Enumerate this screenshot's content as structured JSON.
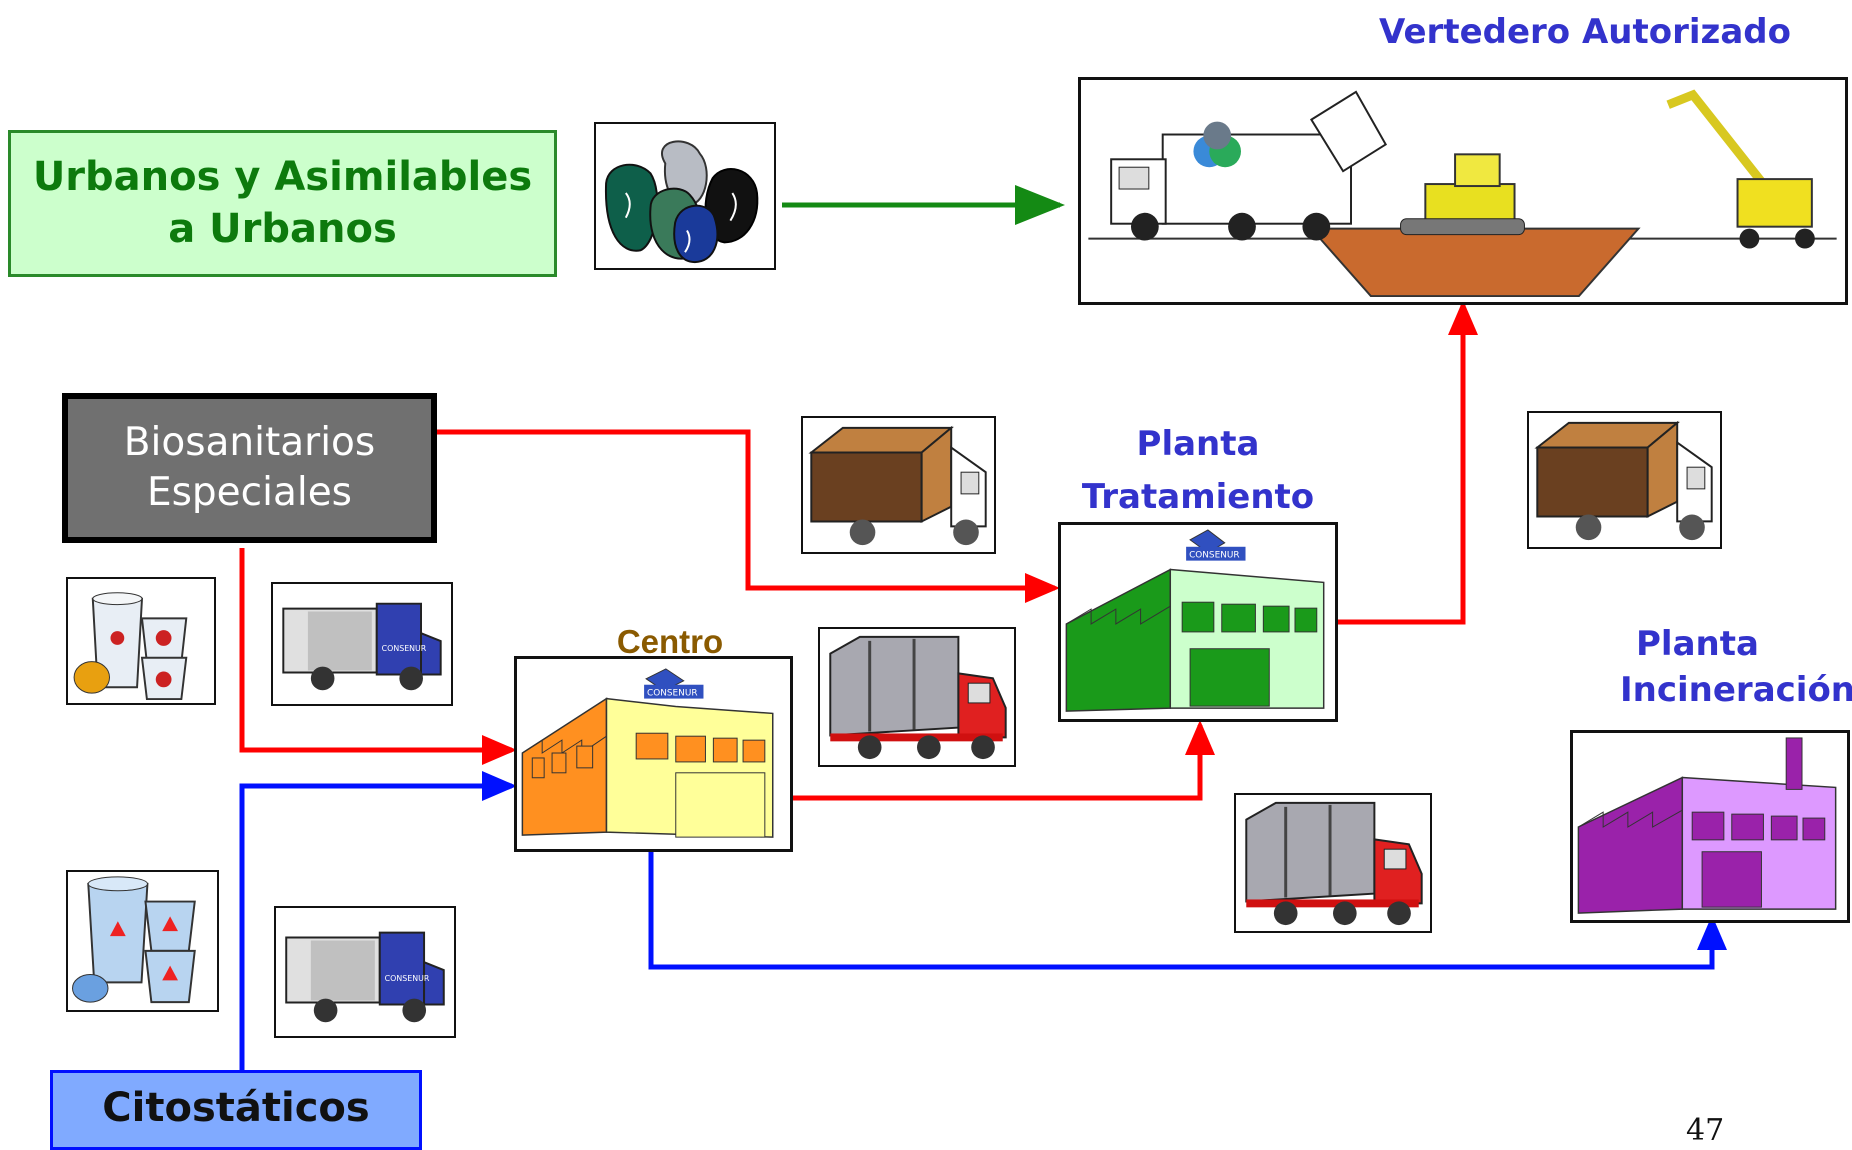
{
  "urbanos": {
    "line1": "Urbanos y Asimilables",
    "line2": "a Urbanos"
  },
  "biosanitarios": {
    "line1": "Biosanitarios",
    "line2": "Especiales"
  },
  "citostaticos": {
    "label": "Citostáticos"
  },
  "vertedero": {
    "label": "Vertedero  Autorizado"
  },
  "planta_tratamiento": {
    "line1": "Planta",
    "line2": "Tratamiento"
  },
  "centro": {
    "label": "Centro"
  },
  "planta_incineracion": {
    "line1": "Planta",
    "line2": "Incineración"
  },
  "building_sign": "CONSENUR",
  "page_number": "47",
  "colors": {
    "green_flow": "#148a14",
    "red_flow": "#ff0000",
    "blue_flow": "#0010ff",
    "urbanos_fill": "#ccffcc",
    "biosanitarios_fill": "#707070",
    "citostaticos_fill": "#80aaff",
    "label_blue": "#3333cc",
    "label_brown": "#8a5a00"
  }
}
